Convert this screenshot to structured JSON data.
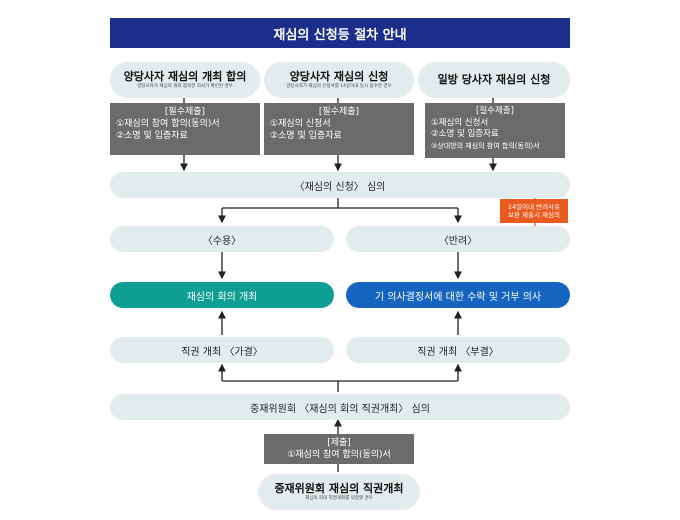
{
  "title": "재심의 신청등 절차 안내",
  "top_boxes": [
    {
      "label": "양당사자 재심의 개최 합의",
      "sub": "양당사자가 재심의 개최 합의한 의사가 확인된 경우"
    },
    {
      "label": "양당사자 재심의 신청",
      "sub": "양당사자가 재심의 신청서를 14일이내 동시 접수한 경우"
    },
    {
      "label": "일방 당사자 재심의 신청",
      "sub": ""
    }
  ],
  "submissions": [
    {
      "header": "[필수제출]",
      "items": [
        "①재심의 참여 합의(동의)서",
        "②소명 및 입증자료"
      ]
    },
    {
      "header": "[필수제출]",
      "items": [
        "①재심의 신청서",
        "②소명 및 입증자료"
      ]
    },
    {
      "header": "[필수제출]",
      "items": [
        "①재심의 신청서",
        "②소명 및 입증자료",
        "③상대방의 재심의 참여 합의(동의)서"
      ]
    }
  ],
  "review": "〈재심의 신청〉 심의",
  "note": [
    "14일이내 반려사유",
    "보완 제출시 재심의"
  ],
  "accept": "〈수용〉",
  "reject": "〈반려〉",
  "meeting": "재심의 회의 개최",
  "decision": "기 의사결정서에 대한 수락 및 거부 의사",
  "ex_officio_yes": "직권 개최 〈가결〉",
  "ex_officio_no": "직권 개최 〈부결〉",
  "committee_review": "중재위원회 〈재심의 회의 직권개최〉 심의",
  "bottom_submission": {
    "header": "[제출]",
    "items": [
      "①재심의 참여 합의(동의)서"
    ]
  },
  "bottom_box": {
    "label": "중재위원회 재심의 직권개최",
    "sub": "재심의 회의 직권개최를 의결할 경우"
  },
  "colors": {
    "title": "#1b2e8c",
    "teal": "#0e9e94",
    "blue": "#1565c0",
    "note": "#e85a1e",
    "pill": "#e2ecec",
    "gray": "#6b6b6b"
  }
}
